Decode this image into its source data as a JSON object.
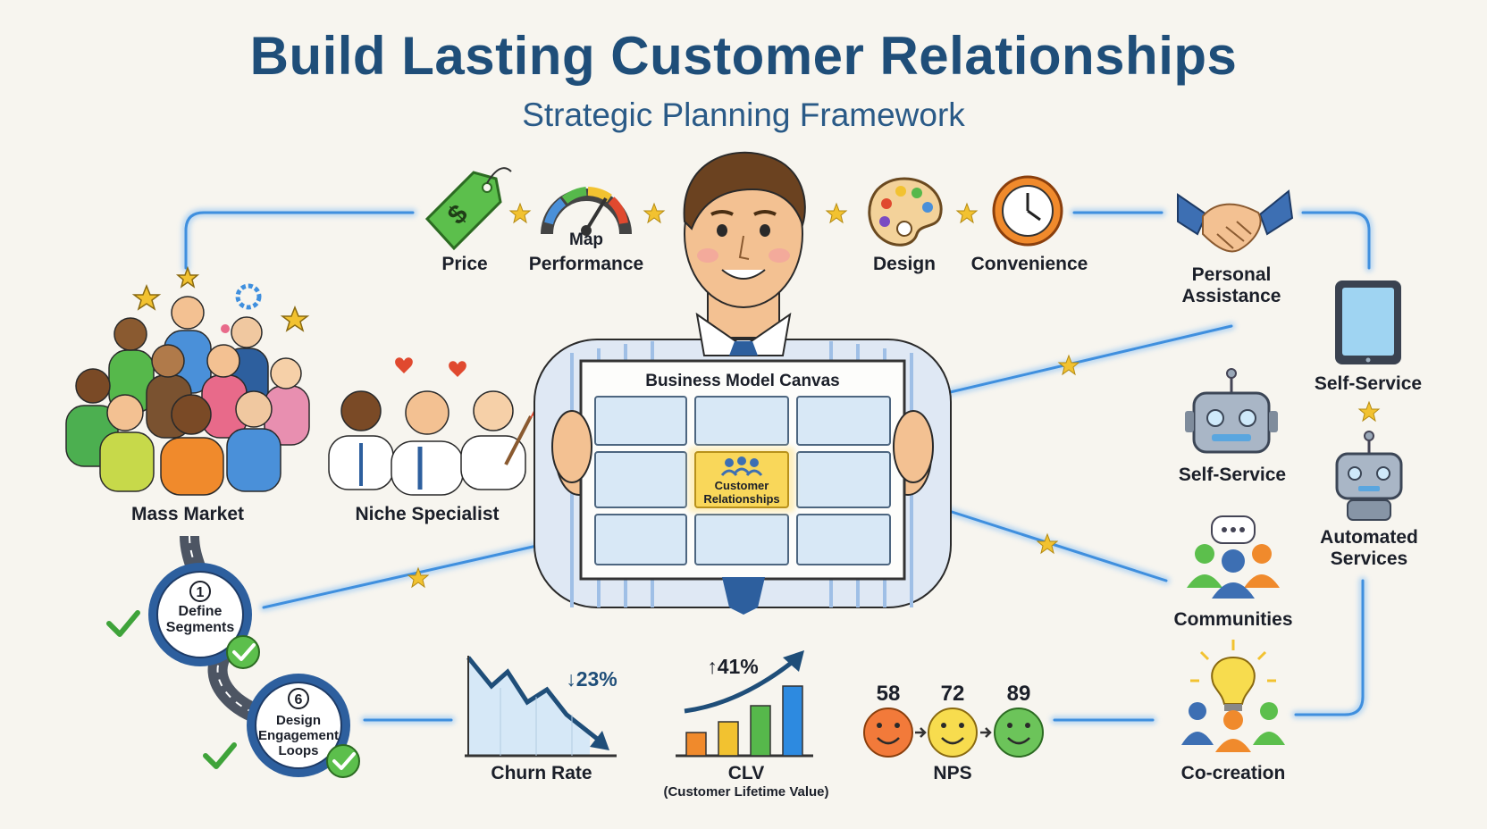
{
  "title": "Build Lasting Customer Relationships",
  "subtitle": "Strategic Planning Framework",
  "top_attributes": [
    "Price",
    "Performance",
    "Design",
    "Convenience"
  ],
  "gauge_label": "Map",
  "center": {
    "canvas_title": "Business Model Canvas",
    "highlight_cell": "Customer Relationships"
  },
  "segments": {
    "mass_market": "Mass Market",
    "niche_specialist": "Niche Specialist"
  },
  "steps": [
    {
      "number": "1",
      "label": "Define Segments"
    },
    {
      "number": "6",
      "label": "Design Engagement Loops"
    }
  ],
  "relationship_types": {
    "personal_assistance": "Personal Assistance",
    "self_service_tablet": "Self-Service",
    "self_service_robot": "Self-Service",
    "automated_services": "Automated Services",
    "communities": "Communities",
    "co_creation": "Co-creation"
  },
  "metrics": {
    "churn": {
      "label": "Churn Rate",
      "change": "↓23%"
    },
    "clv": {
      "label": "CLV",
      "sublabel": "(Customer Lifetime Value)",
      "change": "↑41%"
    },
    "nps": {
      "label": "NPS",
      "scores": [
        "58",
        "72",
        "89"
      ]
    }
  },
  "colors": {
    "title": "#1f4e79",
    "connector": "#4a90d9",
    "check": "#3fa33a",
    "star": "#f2c230"
  }
}
